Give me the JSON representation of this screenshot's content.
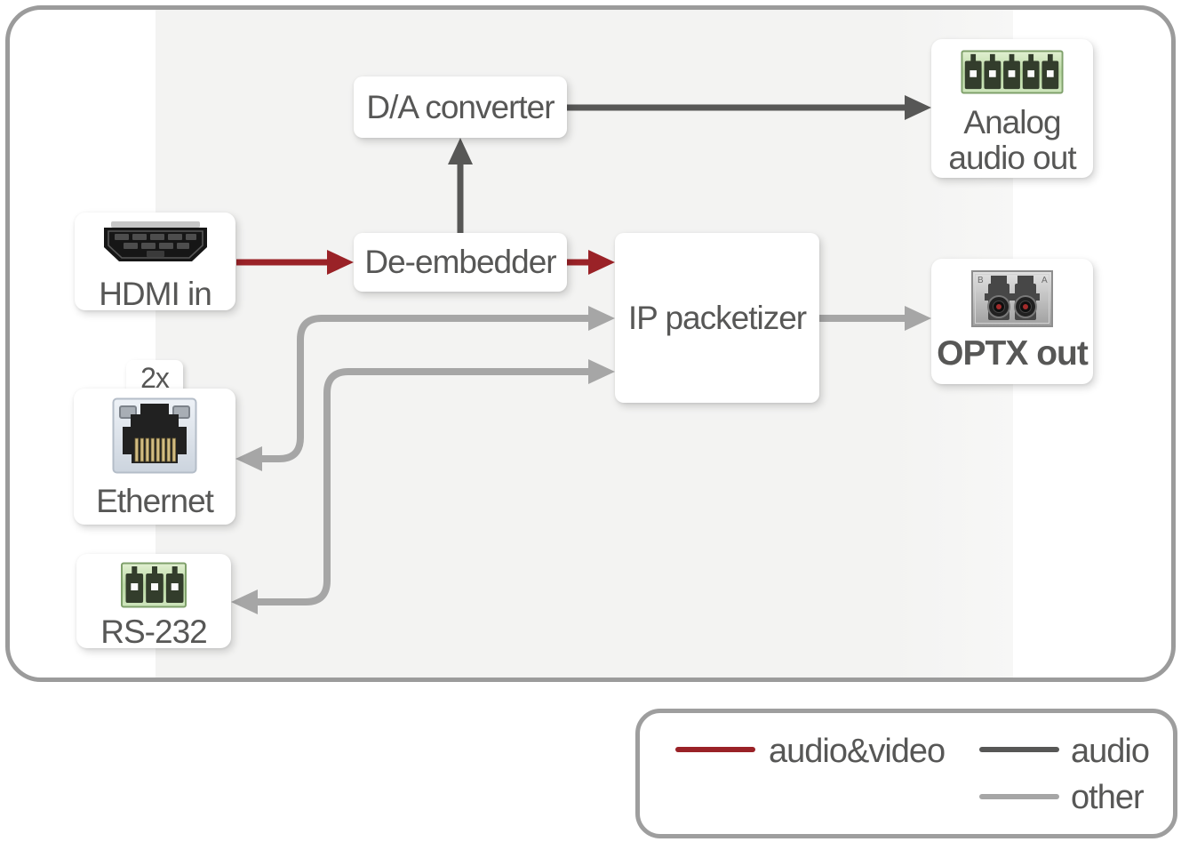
{
  "diagram": {
    "nodes": {
      "hdmi_in": {
        "label": "HDMI in",
        "icon": "hdmi-connector"
      },
      "ethernet": {
        "label": "Ethernet",
        "badge": "2x",
        "icon": "rj45-connector"
      },
      "rs232": {
        "label": "RS-232",
        "icon": "phoenix-3pin-connector"
      },
      "da_converter": {
        "label": "D/A converter"
      },
      "de_embedder": {
        "label": "De-embedder"
      },
      "ip_packetizer": {
        "label": "IP packetizer"
      },
      "analog_audio_out": {
        "label_line1": "Analog",
        "label_line2": "audio out",
        "icon": "phoenix-5pin-connector"
      },
      "optx_out": {
        "label": "OPTX out",
        "icon": "lc-duplex-fiber-connector",
        "port_labels": {
          "left": "B",
          "right": "A"
        }
      }
    },
    "edges": [
      {
        "from": "hdmi_in",
        "to": "de_embedder",
        "type": "audio&video",
        "bidirectional": false
      },
      {
        "from": "de_embedder",
        "to": "ip_packetizer",
        "type": "audio&video",
        "bidirectional": false
      },
      {
        "from": "de_embedder",
        "to": "da_converter",
        "type": "audio",
        "bidirectional": false
      },
      {
        "from": "da_converter",
        "to": "analog_audio_out",
        "type": "audio",
        "bidirectional": false
      },
      {
        "from": "ip_packetizer",
        "to": "optx_out",
        "type": "other",
        "bidirectional": false
      },
      {
        "from": "ip_packetizer",
        "to": "ethernet",
        "type": "other",
        "bidirectional": true
      },
      {
        "from": "ip_packetizer",
        "to": "rs232",
        "type": "other",
        "bidirectional": true
      }
    ],
    "legend": {
      "items": [
        {
          "label": "audio&video",
          "color": "#9a2227"
        },
        {
          "label": "audio",
          "color": "#575756"
        },
        {
          "label": "other",
          "color": "#a6a6a6"
        }
      ]
    },
    "colors": {
      "frame_border": "#9b9b9b",
      "panel_background": "#f3f3f2",
      "text": "#575756",
      "audio_video_line": "#9a2227",
      "audio_line": "#575756",
      "other_line": "#a6a6a6"
    }
  }
}
